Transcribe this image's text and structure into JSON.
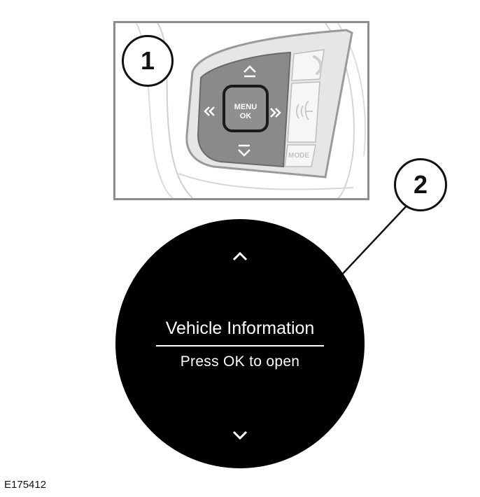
{
  "callouts": {
    "wheel_controls": "1",
    "display": "2"
  },
  "wheel": {
    "center_button_line1": "MENU",
    "center_button_line2": "OK",
    "mode_label": "MODE",
    "icons": [
      "up-arrow-icon",
      "down-arrow-icon",
      "left-double-chevron-icon",
      "right-double-chevron-icon",
      "phone-icon",
      "voice-icon"
    ]
  },
  "display": {
    "title": "Vehicle Information",
    "subtitle": "Press OK to open",
    "icons": [
      "chevron-up-icon",
      "chevron-down-icon"
    ]
  },
  "figure_ref": "E175412",
  "colors": {
    "display_bg": "#000000",
    "button_gray": "#8a8a8a",
    "panel_border": "#8c8c8c"
  }
}
